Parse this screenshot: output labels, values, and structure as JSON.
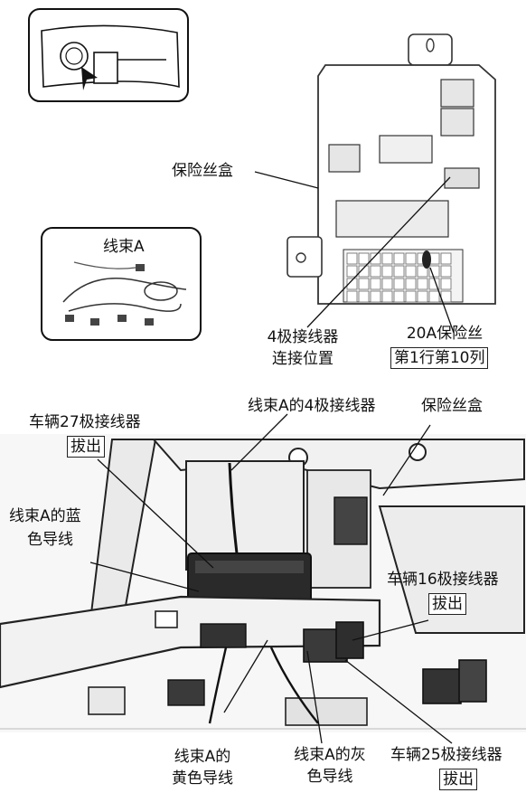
{
  "inset_harness": {
    "title": "线束A"
  },
  "top_labels": {
    "fuse_box": "保险丝盒",
    "connector_location_line1": "4极接线器",
    "connector_location_line2": "连接位置",
    "fuse_20a": "20A保险丝",
    "fuse_position": "第1行第10列"
  },
  "bottom_labels": {
    "vehicle_27pin": "车辆27极接线器",
    "pull_out_1": "拔出",
    "harness_a_4pin": "线束A的4极接线器",
    "fuse_box": "保险丝盒",
    "harness_a_blue_line1": "线束A的蓝",
    "harness_a_blue_line2": "色导线",
    "vehicle_16pin": "车辆16极接线器",
    "pull_out_2": "拔出",
    "harness_a_yellow_line1": "线束A的",
    "harness_a_yellow_line2": "黄色导线",
    "harness_a_gray_line1": "线束A的灰",
    "harness_a_gray_line2": "色导线",
    "vehicle_25pin": "车辆25极接线器",
    "pull_out_3": "拔出"
  }
}
